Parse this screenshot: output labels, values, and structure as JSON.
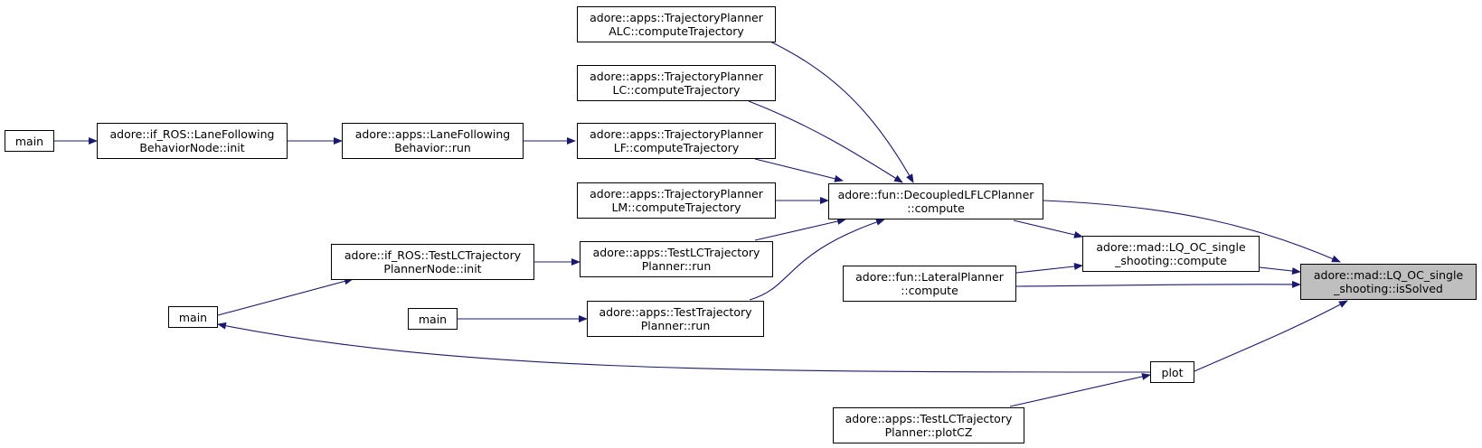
{
  "graph": {
    "nodes": {
      "root": [
        "adore::mad::LQ_OC_single",
        "_shooting::isSolved"
      ],
      "lq_compute": [
        "adore::mad::LQ_OC_single",
        "_shooting::compute"
      ],
      "dec_compute": [
        "adore::fun::DecoupledLFLCPlanner",
        "::compute"
      ],
      "lat_compute": [
        "adore::fun::LateralPlanner",
        "::compute"
      ],
      "plot": [
        "plot"
      ],
      "plotcz": [
        "adore::apps::TestLCTrajectory",
        "Planner::plotCZ"
      ],
      "tp_alc": [
        "adore::apps::TrajectoryPlanner",
        "ALC::computeTrajectory"
      ],
      "tp_lc": [
        "adore::apps::TrajectoryPlanner",
        "LC::computeTrajectory"
      ],
      "tp_lf": [
        "adore::apps::TrajectoryPlanner",
        "LF::computeTrajectory"
      ],
      "tp_lm": [
        "adore::apps::TrajectoryPlanner",
        "LM::computeTrajectory"
      ],
      "testlc_run": [
        "adore::apps::TestLCTrajectory",
        "Planner::run"
      ],
      "testtp_run": [
        "adore::apps::TestTrajectory",
        "Planner::run"
      ],
      "lfb_run": [
        "adore::apps::LaneFollowing",
        "Behavior::run"
      ],
      "lfbn_init": [
        "adore::if_ROS::LaneFollowing",
        "BehaviorNode::init"
      ],
      "testlcn_init": [
        "adore::if_ROS::TestLCTrajectory",
        "PlannerNode::init"
      ],
      "main_a": [
        "main"
      ],
      "main_b": [
        "main"
      ],
      "main_c": [
        "main"
      ]
    },
    "colors": {
      "edge": "#191970",
      "node_border": "#000000",
      "root_fill": "#bfbfbf"
    }
  }
}
